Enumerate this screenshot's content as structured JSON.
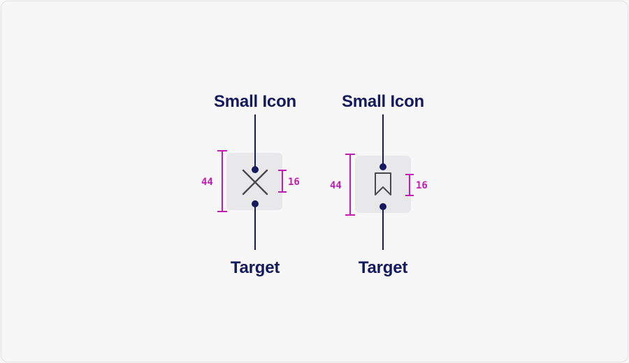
{
  "colors": {
    "label": "#131a5e",
    "dimension": "#c41ab6",
    "target_bg": "#e8e8ea",
    "icon": "#4a4a4a"
  },
  "diagrams": [
    {
      "top_label": "Small Icon",
      "bottom_label": "Target",
      "target_size": "44",
      "icon_size": "16",
      "icon": "close-x-icon"
    },
    {
      "top_label": "Small Icon",
      "bottom_label": "Target",
      "target_size": "44",
      "icon_size": "16",
      "icon": "bookmark-icon"
    }
  ]
}
